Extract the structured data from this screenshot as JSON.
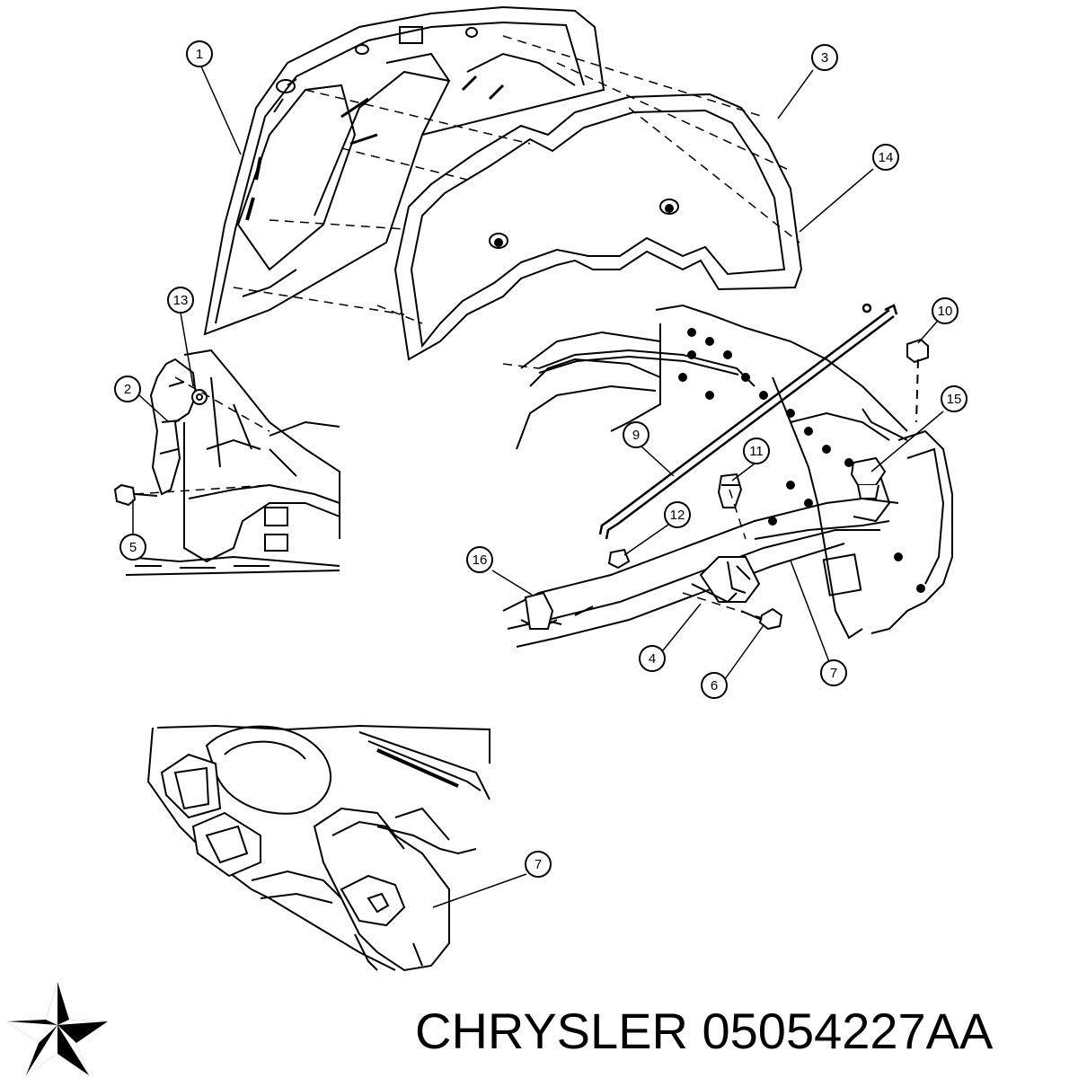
{
  "caption": {
    "brand": "CHRYSLER",
    "part_number": "05054227AA"
  },
  "logo": {
    "icon": "pentastar-logo-icon",
    "color": "#000000"
  },
  "callouts": [
    {
      "id": "c1",
      "label": "1"
    },
    {
      "id": "c2",
      "label": "2"
    },
    {
      "id": "c3",
      "label": "3"
    },
    {
      "id": "c4",
      "label": "4"
    },
    {
      "id": "c5",
      "label": "5"
    },
    {
      "id": "c6",
      "label": "6"
    },
    {
      "id": "c7a",
      "label": "7"
    },
    {
      "id": "c7b",
      "label": "7"
    },
    {
      "id": "c9",
      "label": "9"
    },
    {
      "id": "c10",
      "label": "10"
    },
    {
      "id": "c11",
      "label": "11"
    },
    {
      "id": "c12",
      "label": "12"
    },
    {
      "id": "c13",
      "label": "13"
    },
    {
      "id": "c14",
      "label": "14"
    },
    {
      "id": "c15",
      "label": "15"
    },
    {
      "id": "c16",
      "label": "16"
    }
  ]
}
